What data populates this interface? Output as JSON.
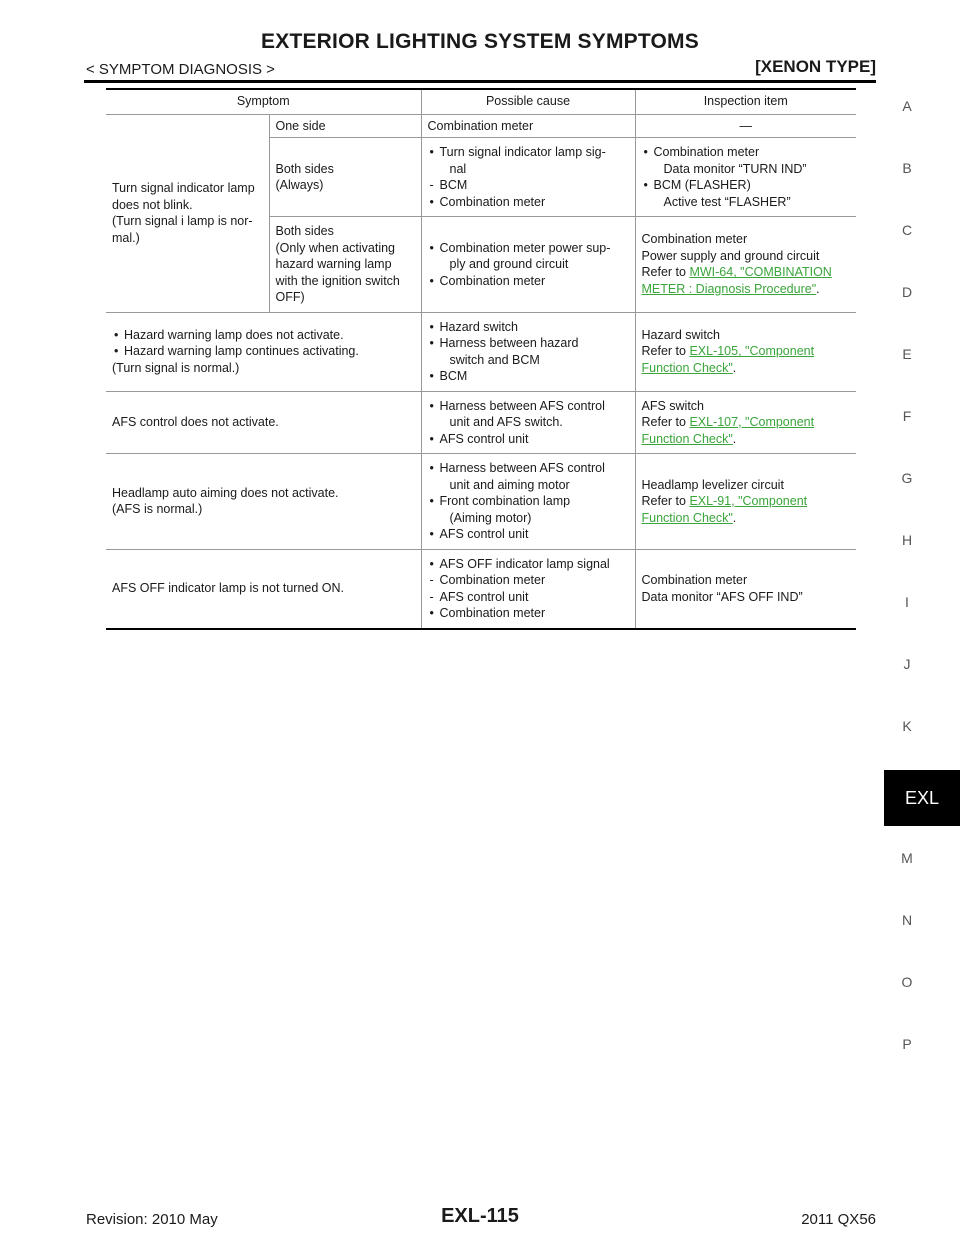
{
  "header": {
    "title": "EXTERIOR LIGHTING SYSTEM SYMPTOMS",
    "section": "< SYMPTOM DIAGNOSIS >",
    "variant": "[XENON TYPE]"
  },
  "side_index": {
    "upper": [
      "A",
      "B",
      "C",
      "D",
      "E",
      "F",
      "G",
      "H",
      "I",
      "J",
      "K"
    ],
    "active": "EXL",
    "lower": [
      "M",
      "N",
      "O",
      "P"
    ]
  },
  "table": {
    "headers": [
      "Symptom",
      "Possible cause",
      "Inspection item"
    ],
    "rows": [
      {
        "symptom": [
          "Turn signal indicator lamp",
          "does not blink.",
          "(Turn signal i lamp is nor-",
          "mal.)"
        ],
        "sub1": "One side",
        "cause1": "Combination meter",
        "insp1": "—",
        "sub2": [
          "Both sides",
          "(Always)"
        ],
        "cause2": {
          "b1": "Turn signal indicator lamp sig-",
          "b1b": "nal",
          "d1": "BCM",
          "b2": "Combination meter"
        },
        "insp2": {
          "b1": "Combination meter",
          "b1b": "Data monitor “TURN IND”",
          "b2": "BCM (FLASHER)",
          "b2b": "Active test “FLASHER”"
        },
        "sub3": [
          "Both sides",
          "(Only when activating",
          "hazard warning lamp",
          "with the ignition switch",
          "OFF)"
        ],
        "cause3": {
          "b1": "Combination meter power sup-",
          "b1b": "ply and ground circuit",
          "b2": "Combination meter"
        },
        "insp3": {
          "l1": "Combination meter",
          "l2": "Power supply and ground circuit",
          "refer": "Refer to ",
          "link1": "MWI-64, \"COMBINATION ",
          "link2": "METER : Diagnosis Procedure\"",
          "end": "."
        }
      },
      {
        "symptom": {
          "b1": "Hazard warning lamp does not activate.",
          "b2": "Hazard warning lamp continues activating.",
          "l3": "(Turn signal is normal.)"
        },
        "cause": {
          "b1": "Hazard switch",
          "b2": "Harness between hazard",
          "b2b": "switch and BCM",
          "b3": "BCM"
        },
        "insp": {
          "l1": "Hazard switch",
          "refer": "Refer to ",
          "link1": "EXL-105, \"Component ",
          "link2": "Function Check\"",
          "end": "."
        }
      },
      {
        "symptom": "AFS control does not activate.",
        "cause": {
          "b1": "Harness between AFS control",
          "b1b": "unit and AFS switch.",
          "b2": "AFS control unit"
        },
        "insp": {
          "l1": "AFS switch",
          "refer": "Refer to ",
          "link1": "EXL-107, \"Component ",
          "link2": "Function Check\"",
          "end": "."
        }
      },
      {
        "symptom": [
          "Headlamp auto aiming does not activate.",
          "(AFS is normal.)"
        ],
        "cause": {
          "b1": "Harness between AFS control",
          "b1b": "unit and aiming motor",
          "b2": "Front combination lamp",
          "b2b": "(Aiming motor)",
          "b3": "AFS control unit"
        },
        "insp": {
          "l1": "Headlamp levelizer circuit",
          "refer": "Refer to ",
          "link1": "EXL-91, \"Component ",
          "link2": "Function Check\"",
          "end": "."
        }
      },
      {
        "symptom": "AFS OFF indicator lamp is not turned ON.",
        "cause": {
          "b1": "AFS OFF indicator lamp signal",
          "d1": "Combination meter",
          "d2": "AFS control unit",
          "b2": "Combination meter"
        },
        "insp": {
          "l1": "Combination meter",
          "l2": "Data monitor “AFS OFF IND”"
        }
      }
    ]
  },
  "footer": {
    "revision": "Revision: 2010 May",
    "page": "EXL-115",
    "model": "2011 QX56"
  },
  "colors": {
    "link": "#3aa53a",
    "tab_bg": "#000000"
  }
}
